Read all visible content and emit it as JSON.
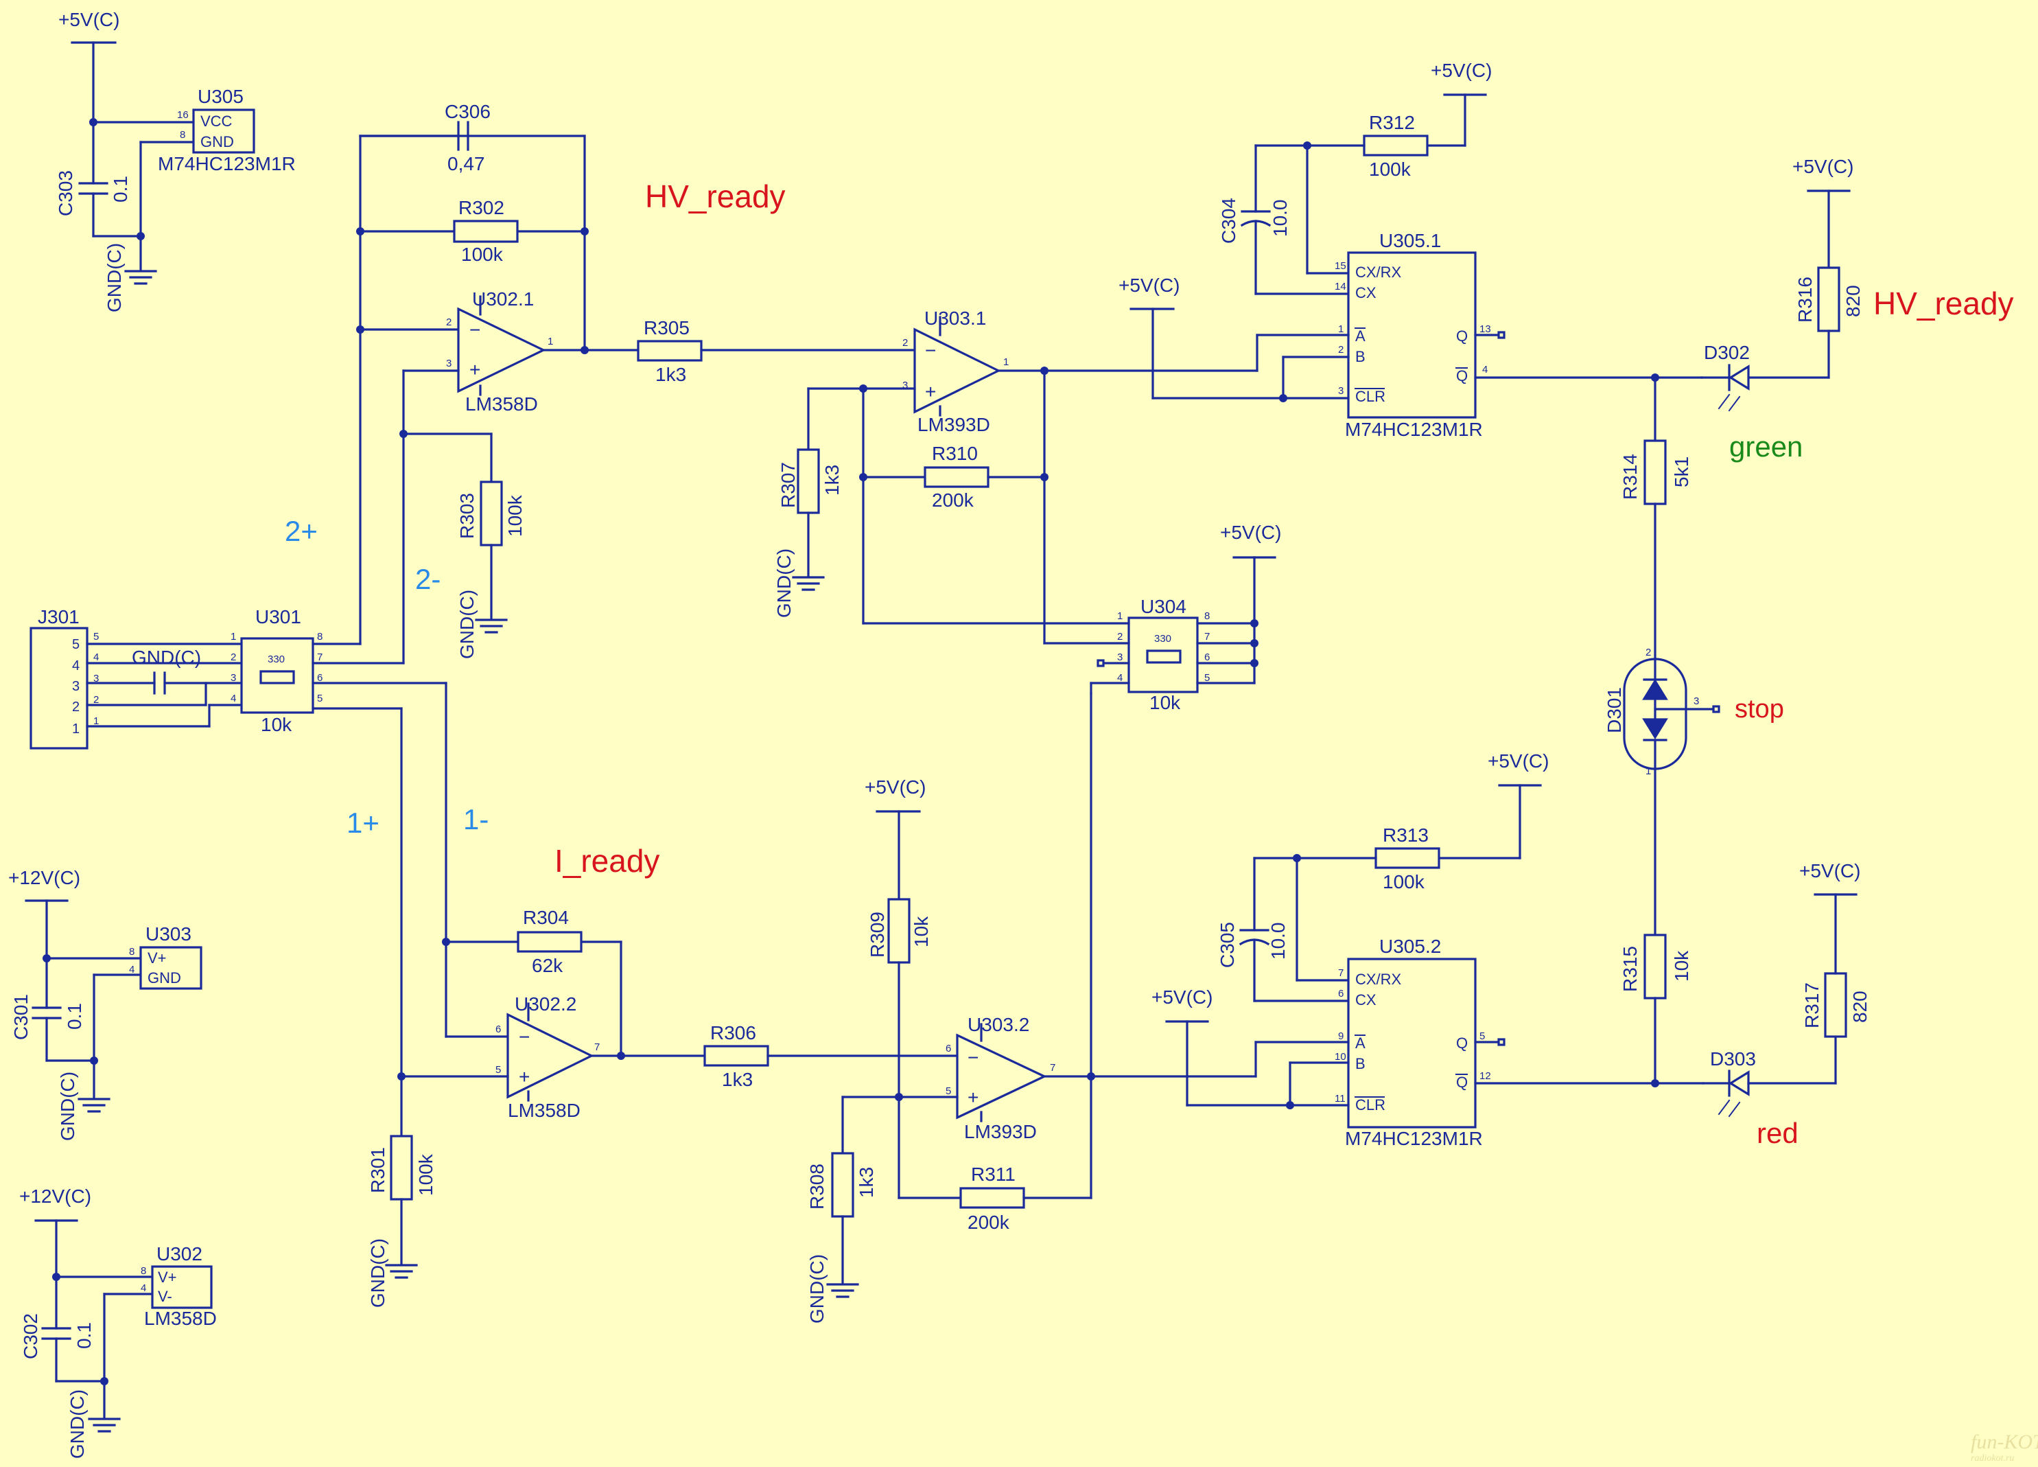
{
  "signals": {
    "hv_ready": "HV_ready",
    "i_ready": "I_ready",
    "green": "green",
    "red": "red",
    "stop": "stop",
    "in_2p": "2+",
    "in_2m": "2-",
    "in_1p": "1+",
    "in_1m": "1-"
  },
  "power": {
    "v5": "+5V(C)",
    "v12": "+12V(C)",
    "gnd": "GND(C)"
  },
  "ics": {
    "u305": {
      "ref": "U305",
      "part": "M74HC123M1R",
      "vcc": "VCC",
      "gnd": "GND",
      "pin_vcc": "16",
      "pin_gnd": "8"
    },
    "u303": {
      "ref": "U303",
      "vp": "V+",
      "gnd": "GND",
      "pin_vp": "8",
      "pin_gnd": "4"
    },
    "u302": {
      "ref": "U302",
      "part": "LM358D",
      "vp": "V+",
      "vm": "V-",
      "pin_vp": "8",
      "pin_vm": "4"
    },
    "u301": {
      "ref": "U301",
      "value": "10k",
      "inner": "330"
    },
    "u304": {
      "ref": "U304",
      "value": "10k",
      "inner": "330"
    },
    "u302_1": {
      "ref": "U302.1",
      "part": "LM358D"
    },
    "u302_2": {
      "ref": "U302.2",
      "part": "LM358D"
    },
    "u303_1": {
      "ref": "U303.1",
      "part": "LM393D"
    },
    "u303_2": {
      "ref": "U303.2",
      "part": "LM393D"
    },
    "u305_1": {
      "ref": "U305.1",
      "part": "M74HC123M1R"
    },
    "u305_2": {
      "ref": "U305.2",
      "part": "M74HC123M1R"
    },
    "mono": {
      "cxrx": "CX/RX",
      "cx": "CX",
      "a": "A",
      "b": "B",
      "clr": "CLR",
      "q": "Q",
      "qbar": "Q"
    }
  },
  "connector": {
    "ref": "J301",
    "gnd_label": "GND(C)",
    "pins": [
      "5",
      "4",
      "3",
      "2",
      "1"
    ]
  },
  "components": {
    "c301": {
      "ref": "C301",
      "value": "0.1"
    },
    "c302": {
      "ref": "C302",
      "value": "0.1"
    },
    "c303": {
      "ref": "C303",
      "value": "0.1"
    },
    "c304": {
      "ref": "C304",
      "value": "10.0"
    },
    "c305": {
      "ref": "C305",
      "value": "10.0"
    },
    "c306": {
      "ref": "C306",
      "value": "0,47"
    },
    "r301": {
      "ref": "R301",
      "value": "100k"
    },
    "r302": {
      "ref": "R302",
      "value": "100k"
    },
    "r303": {
      "ref": "R303",
      "value": "100k"
    },
    "r304": {
      "ref": "R304",
      "value": "62k"
    },
    "r305": {
      "ref": "R305",
      "value": "1k3"
    },
    "r306": {
      "ref": "R306",
      "value": "1k3"
    },
    "r307": {
      "ref": "R307",
      "value": "1k3"
    },
    "r308": {
      "ref": "R308",
      "value": "1k3"
    },
    "r309": {
      "ref": "R309",
      "value": "10k"
    },
    "r310": {
      "ref": "R310",
      "value": "200k"
    },
    "r311": {
      "ref": "R311",
      "value": "200k"
    },
    "r312": {
      "ref": "R312",
      "value": "100k"
    },
    "r313": {
      "ref": "R313",
      "value": "100k"
    },
    "r314": {
      "ref": "R314",
      "value": "5k1"
    },
    "r315": {
      "ref": "R315",
      "value": "10k"
    },
    "r316": {
      "ref": "R316",
      "value": "820"
    },
    "r317": {
      "ref": "R317",
      "value": "820"
    },
    "d301": {
      "ref": "D301"
    },
    "d302": {
      "ref": "D302"
    },
    "d303": {
      "ref": "D303"
    }
  },
  "pins": {
    "n1": "1",
    "n2": "2",
    "n3": "3",
    "n4": "4",
    "n5": "5",
    "n6": "6",
    "n7": "7",
    "n8": "8",
    "n9": "9",
    "n10": "10",
    "n11": "11",
    "n12": "12",
    "n13": "13",
    "n14": "14",
    "n15": "15"
  },
  "watermark": {
    "line1": "fun-KOT",
    "line2": "radiokot.ru"
  }
}
